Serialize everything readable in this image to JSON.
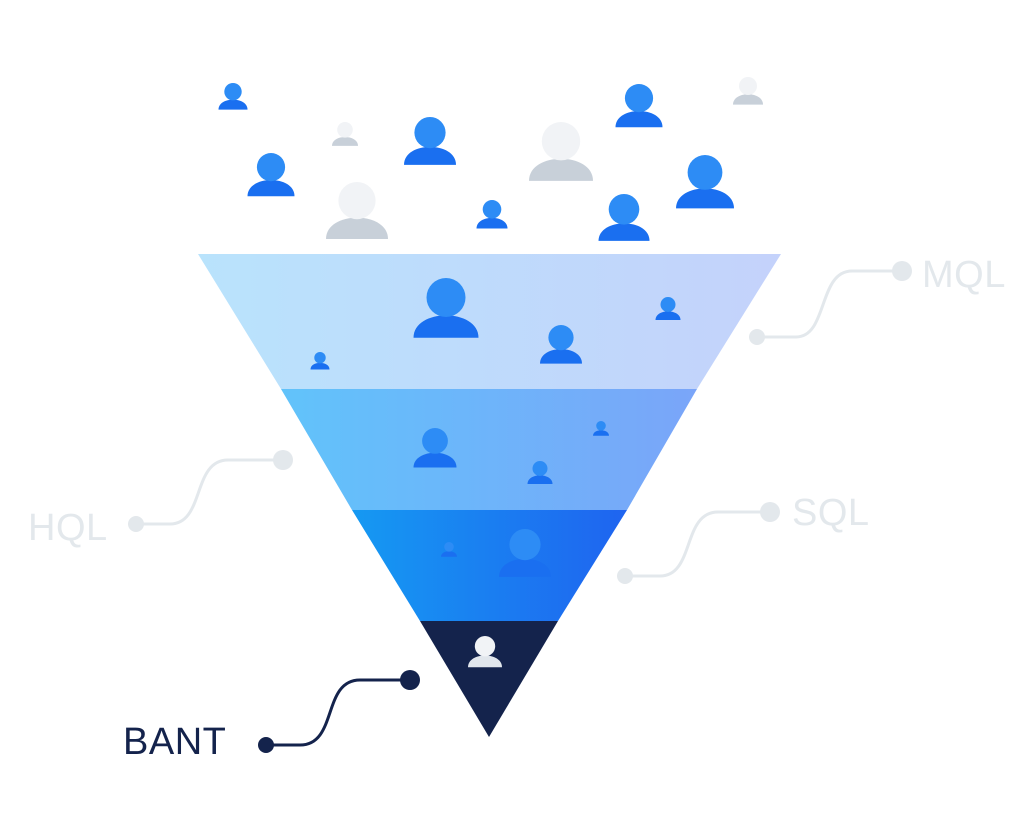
{
  "labels": {
    "mql": "MQL",
    "hql": "HQL",
    "sql": "SQL",
    "bant": "BANT"
  },
  "colors": {
    "user_blue": "#1a6ff0",
    "user_blue_light": "#2d8cf5",
    "user_grey": "#e1e6ec",
    "user_grey_dark": "#c8d0d9",
    "user_white": "#f1f3f6",
    "tier1_start": "#b9e3fc",
    "tier1_end": "#c4d2fb",
    "tier2_start": "#61c3fa",
    "tier2_end": "#7aa5f9",
    "tier3_start": "#1599f2",
    "tier3_end": "#1f64f0",
    "tier4": "#14234c",
    "connector_light": "#e3e8ec",
    "connector_dark": "#14234c",
    "label_light": "#e3e8ec",
    "label_dark": "#14234c"
  },
  "icons": {
    "person": "user-icon"
  }
}
